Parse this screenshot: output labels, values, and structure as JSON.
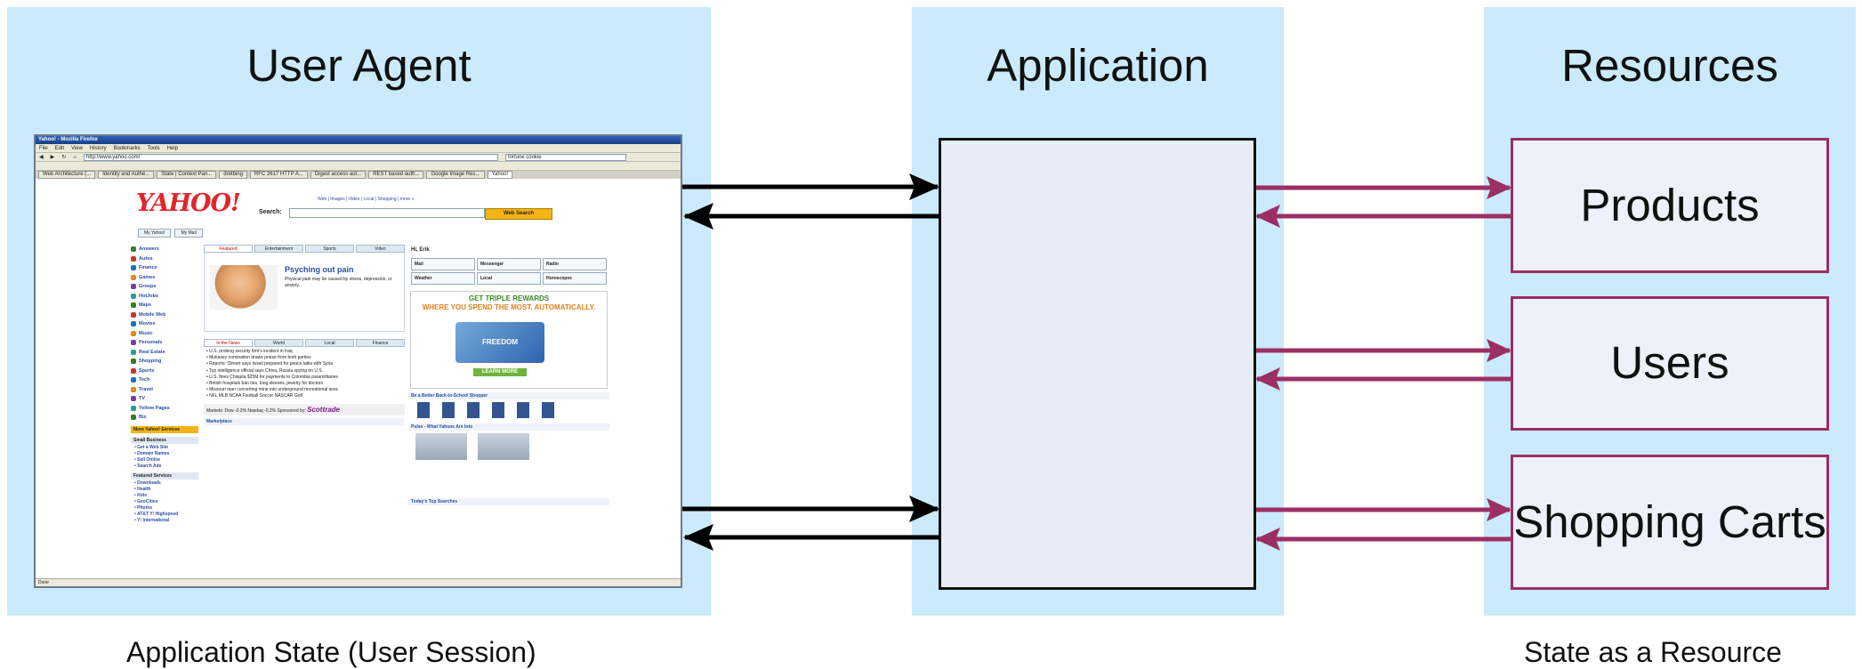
{
  "panels": {
    "user_agent": {
      "title": "User Agent"
    },
    "application": {
      "title": "Application"
    },
    "resources": {
      "title": "Resources"
    }
  },
  "resources": [
    {
      "label": "Products"
    },
    {
      "label": "Users"
    },
    {
      "label": "Shopping Carts"
    }
  ],
  "captions": {
    "left": "Application State (User Session)",
    "right": "State as a Resource"
  },
  "colors": {
    "panel_bg": "#cbeafb",
    "resource_border": "#9b2f63",
    "resource_arrow": "#9b2f63",
    "agent_arrow": "#000000",
    "app_box_bg": "#e6edf7"
  },
  "browser": {
    "window_title": "Yahoo! - Mozilla Firefox",
    "menu": [
      "File",
      "Edit",
      "View",
      "History",
      "Bookmarks",
      "Tools",
      "Help"
    ],
    "url": "http://www.yahoo.com/",
    "search_box": "fortune cookie",
    "tabs": [
      "Web Architecture (...",
      "Identity and Authe...",
      "State | Context Pan...",
      "dretbing",
      "RFC 2617 HTTP A...",
      "Digest access aut...",
      "REST based auth...",
      "Google Image Res...",
      "Yahoo!"
    ],
    "status": "Done",
    "yahoo": {
      "logo": "YAHOO!",
      "search_label": "Search:",
      "search_tabs": "Web | Images | Video | Local | Shopping | more »",
      "search_button": "Web Search",
      "my_buttons": [
        "My Yahoo!",
        "My Mail"
      ],
      "left_nav": [
        "Answers",
        "Autos",
        "Finance",
        "Games",
        "Groups",
        "HotJobs",
        "Maps",
        "Mobile Web",
        "Movies",
        "Music",
        "Personals",
        "Real Estate",
        "Shopping",
        "Sports",
        "Tech",
        "Travel",
        "TV",
        "Yellow Pages",
        "Bix"
      ],
      "more_services": "More Yahoo! Services",
      "small_business_head": "Small Business",
      "small_business": [
        "Get a Web Site",
        "Domain Names",
        "Sell Online",
        "Search Ads"
      ],
      "featured_head": "Featured Services",
      "featured_services": [
        "Downloads",
        "Health",
        "Kids",
        "GeoCities",
        "Photos",
        "AT&T Y! Highspeed",
        "Y! International"
      ],
      "feature_tabs": [
        "Featured",
        "Entertainment",
        "Sports",
        "Video"
      ],
      "feature_title": "Psyching out pain",
      "feature_body": "Physical pain may be caused by stress, depression, or anxiety.",
      "news_tabs": [
        "In the News",
        "World",
        "Local",
        "Finance"
      ],
      "news": [
        "U.S. probing security firm's incident in Iraq",
        "Mukasey nomination draws praise from both parties",
        "Reports: Olmert says Israel prepared for peace talks with Syria",
        "Top intelligence official says China, Russia spying on U.S.",
        "U.S. fines Chiquita $25M for payments to Colombia paramilitaries",
        "British hospitals ban ties, long sleeves, jewelry for doctors",
        "Missouri man converting mine into underground recreational area",
        "NFL  MLB  NCAA Football  Soccer  NASCAR  Golf"
      ],
      "markets": "Markets: Dow -0.3% Nasdaq -0.2%  Sponsored by:",
      "sponsor": "Scottrade",
      "marketplace_head": "Marketplace",
      "greeting": "Hi, Erik",
      "services": [
        "Mail",
        "Messenger",
        "Radio",
        "Weather",
        "Local",
        "Horoscopes"
      ],
      "ad_line1": "GET TRIPLE REWARDS",
      "ad_line2": "WHERE YOU SPEND THE MOST. AUTOMATICALLY.",
      "ad_card": "FREEDOM",
      "ad_button": "LEARN MORE",
      "shopper_head": "Be a Better Back-to-School Shopper",
      "pulse_head": "Pulse - What Yahoos Are Into",
      "searches_head": "Today's Top Searches"
    }
  }
}
